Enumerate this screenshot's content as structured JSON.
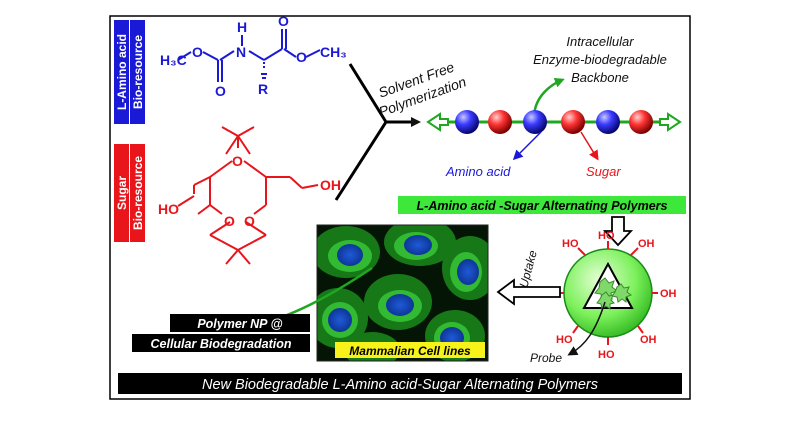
{
  "side_labels": {
    "amino_line1": "L-Amino acid",
    "amino_line2": "Bio-resource",
    "sugar_line1": "Sugar",
    "sugar_line2": "Bio-resource"
  },
  "amino_structure": {
    "methyl_left": "H₃C",
    "methyl_right": "CH₃",
    "nitrogen": "N",
    "hydrogen": "H",
    "oxygen": "O",
    "r_group": "R"
  },
  "sugar_structure": {
    "oxygen": "O",
    "hydroxyl_left": "HO",
    "hydroxyl_right": "OH"
  },
  "process": {
    "line1": "Solvent Free",
    "line2": "Polymerization"
  },
  "backbone_note": {
    "line1": "Intracellular",
    "line2": "Enzyme-biodegradable",
    "line3": "Backbone"
  },
  "monomer_labels": {
    "amino": "Amino acid",
    "sugar": "Sugar"
  },
  "polymer_banner": "L-Amino acid -Sugar Alternating Polymers",
  "nanoparticle": {
    "hydroxyl": "HO",
    "hydroxyl_right": "OH",
    "probe": "Probe"
  },
  "uptake": "Uptake",
  "cell_image_label": "Mammalian Cell lines",
  "np_label": {
    "line1": "Polymer NP @",
    "line2": "Cellular Biodegradation"
  },
  "footer_title": "New Biodegradable L-Amino acid-Sugar Alternating Polymers",
  "colors": {
    "amino_blue": "#1a1ad6",
    "sugar_red": "#e8151b",
    "banner_green": "#3ee83a",
    "cell_yellow": "#f6f21a",
    "backbone_green": "#1fa81f"
  }
}
